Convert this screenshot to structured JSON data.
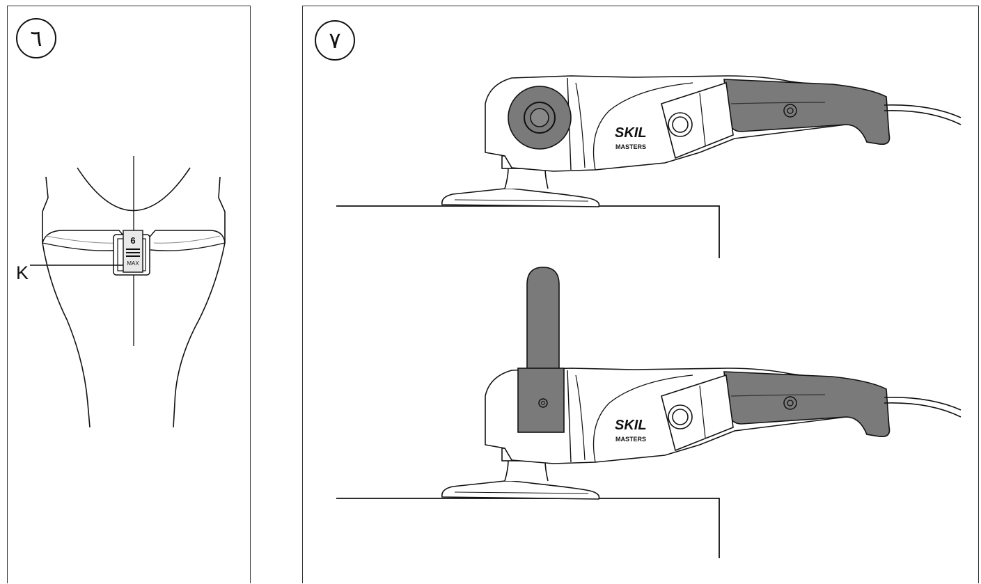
{
  "figures": [
    {
      "number": "٦",
      "callout": "K",
      "gauge_number": "6",
      "gauge_text": "MAX"
    },
    {
      "number": "٧"
    }
  ],
  "tool": {
    "brand": "SKIL",
    "line": "MASTERS"
  },
  "colors": {
    "line": "#111111",
    "fill_gray": "#7a7a7a",
    "background": "#ffffff"
  }
}
